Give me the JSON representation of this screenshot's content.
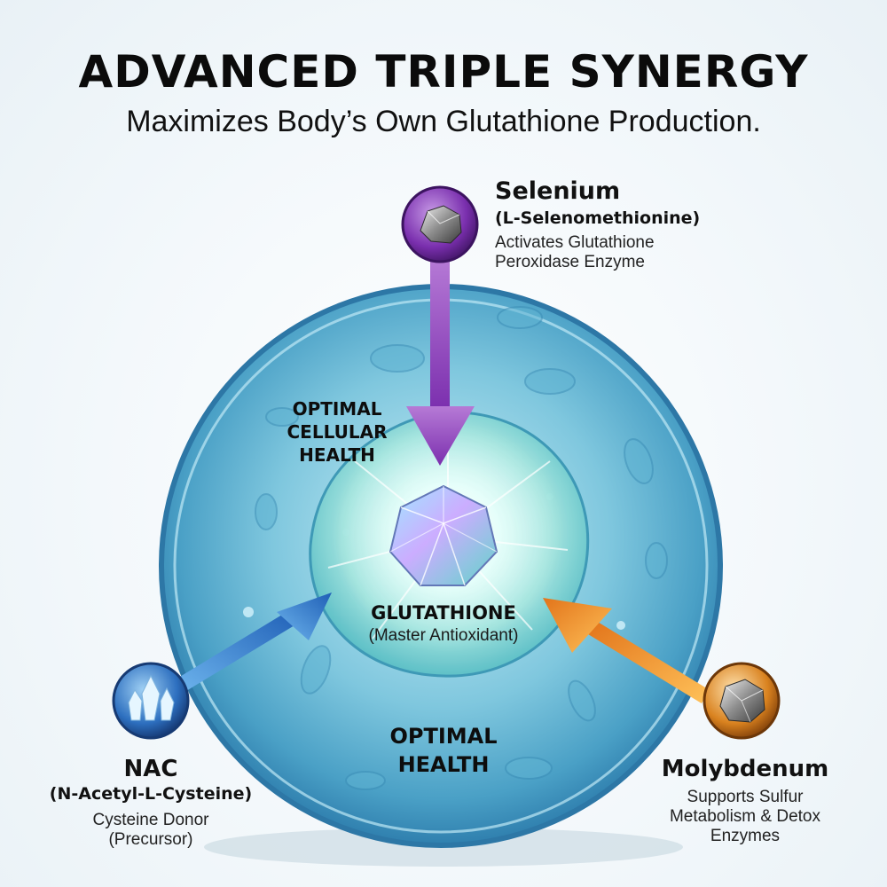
{
  "header": {
    "title": "ADVANCED TRIPLE SYNERGY",
    "subtitle": "Maximizes Body’s Own Glutathione Production."
  },
  "cell": {
    "upper_label_lines": [
      "OPTIMAL",
      "CELLULAR",
      "HEALTH"
    ],
    "lower_label_lines": [
      "OPTIMAL",
      "HEALTH"
    ],
    "center_title": "GLUTATHIONE",
    "center_subtitle": "(Master Antioxidant)"
  },
  "ingredients": {
    "selenium": {
      "name": "Selenium",
      "form": "(L-Selenomethionine)",
      "description_lines": [
        "Activates Glutathione",
        "Peroxidase Enzyme"
      ],
      "color": "#8a45b5",
      "icon": "mineral-rock-icon"
    },
    "nac": {
      "name": "NAC",
      "form": "(N-Acetyl-L-Cysteine)",
      "description_lines": [
        "Cysteine Donor",
        "(Precursor)"
      ],
      "color": "#2f6fc4",
      "icon": "crystal-icon"
    },
    "molybdenum": {
      "name": "Molybdenum",
      "description_lines": [
        "Supports Sulfur",
        "Metabolism & Detox",
        "Enzymes"
      ],
      "color": "#e58a23",
      "icon": "metal-nugget-icon"
    }
  }
}
